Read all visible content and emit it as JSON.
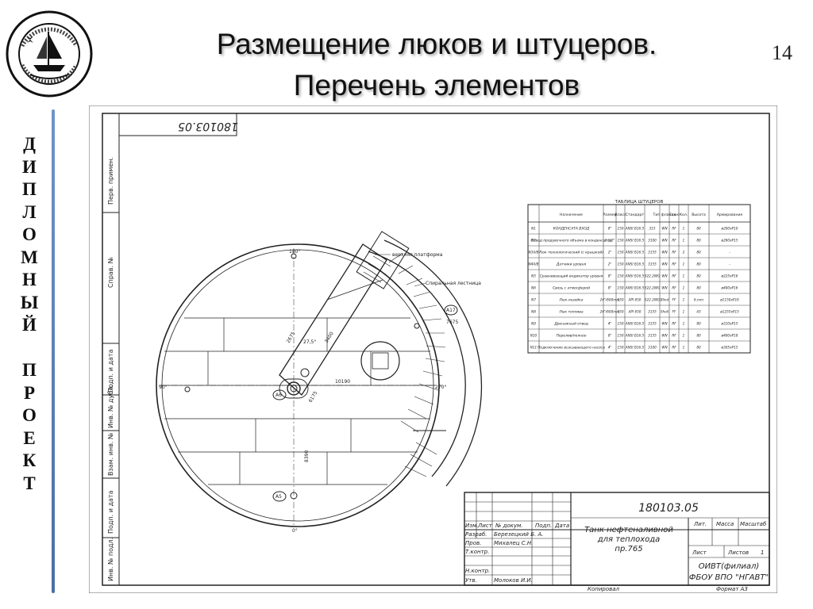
{
  "slide": {
    "title_line1": "Размещение люков и штуцеров.",
    "title_line2": "Перечень элементов",
    "page_number": "14",
    "vertical_caption_1": [
      "Д",
      "И",
      "П",
      "Л",
      "О",
      "М",
      "Н",
      "Ы",
      "Й"
    ],
    "vertical_caption_2": [
      "П",
      "Р",
      "О",
      "Е",
      "К",
      "Т"
    ]
  },
  "drawing": {
    "doc_code": "180103.05",
    "left_strip_labels": [
      "Перв. примен.",
      "Справ. №",
      "Подп. и дата",
      "Инв. № дубл.",
      "Взам. инв. №",
      "Подп. и дата",
      "Инв. № подл."
    ],
    "angle_labels": {
      "top": "180°",
      "left": "90°",
      "right": "270°",
      "bottom": "0°"
    },
    "annotations": {
      "platform": "верхняя платформа",
      "ladder": "Спиральная лестница",
      "dim_1": "10190",
      "dim_2": "8390",
      "dim_3": "2675",
      "dim_4": "27,5°",
      "dim_5": "7675",
      "dim_6": "3400",
      "dim_7": "6175",
      "callout_a6": "А6",
      "callout_a5": "А5",
      "callout_a7": "А17"
    },
    "nozzle_table": {
      "title": "ТАБЛИЦА ШТУЦЕРОВ",
      "headers": [
        "",
        "Назначение",
        "Размер",
        "Класс",
        "Стандарт",
        "Тип фланца",
        "Стык",
        "Кол.",
        "Высота",
        "Армирование"
      ],
      "rows": [
        [
          "N1",
          "КОНДЕНСАТА ВХОД",
          "8\"",
          "150",
          "ANSI B16.5",
          "315",
          "WN",
          "RF",
          "1",
          "80",
          "ø200xP10"
        ],
        [
          "N2",
          "Отвод продувочного объема в конденсатор",
          "1 1/2\"",
          "150",
          "ANSI B16.5",
          "3100",
          "WN",
          "RF",
          "1",
          "80",
          "ø260xP15"
        ],
        [
          "N3A/B",
          "Люк технологический (с крышкой)",
          "2\"",
          "150",
          "ANSI B16.5",
          "3155",
          "WN",
          "RF",
          "2",
          "80",
          "–"
        ],
        [
          "N4A/B",
          "Датчики уровня",
          "2\"",
          "150",
          "ANSI B16.5",
          "3155",
          "WN",
          "RF",
          "1",
          "80",
          "–"
        ],
        [
          "N5",
          "Сравнивающий индикатор уровня",
          "8\"",
          "150",
          "ANSI B16.5",
          "S22.2WG",
          "WN",
          "RF",
          "1",
          "80",
          "ø225xP16"
        ],
        [
          "N6",
          "Связь с атмосферой",
          "8\"",
          "150",
          "ANSI B16.5",
          "S22.2WG",
          "WN",
          "RF",
          "1",
          "80",
          "ø400xP16"
        ],
        [
          "N7",
          "Люк-лазейка",
          "24\"/600mm",
          "150",
          "API 650",
          "S22.2WG",
          "Blind",
          "FF",
          "1",
          "lt.mm",
          "ø1150xP16"
        ],
        [
          "N8",
          "Люк топлива",
          "24\"/600mm",
          "150",
          "API 650",
          "3155",
          "Shell",
          "FF",
          "1",
          "A5",
          "ø1255xP15"
        ],
        [
          "N9",
          "Дренажный отвод",
          "4\"",
          "150",
          "ANSI B16.5",
          "3155",
          "WN",
          "RF",
          "1",
          "80",
          "ø310xP15"
        ],
        [
          "N10",
          "Перелив/полное",
          "8\"",
          "150",
          "ANSI B16.5",
          "3155",
          "WN",
          "RF",
          "1",
          "80",
          "ø400xP18"
        ],
        [
          "N11",
          "Подключение всасывающего насоса",
          "4\"",
          "150",
          "ANSI B16.5",
          "3100",
          "WN",
          "RF",
          "1",
          "80",
          "ø305xP15"
        ]
      ]
    },
    "title_block": {
      "doc_code": "180103.05",
      "name_line1": "Танк нефтеналивной",
      "name_line2": "для теплохода",
      "name_line3": "пр.765",
      "col_izm": "Изм.",
      "col_list": "Лист",
      "col_doc": "№ докум.",
      "col_podp": "Подп.",
      "col_date": "Дата",
      "razrab_label": "Разраб.",
      "razrab_name": "Березецкий Б. А.",
      "prov_label": "Пров.",
      "prov_name": "Михалец С.Н.",
      "tkontr_label": "Т.контр.",
      "nkontr_label": "Н.контр.",
      "utv_label": "Утв.",
      "utv_name": "Молоков И.И.",
      "lit_label": "Лит.",
      "massa_label": "Масса",
      "masshtab_label": "Масштаб",
      "list_label": "Лист",
      "listov_label": "Листов",
      "listov_value": "1",
      "org_line1": "ОИВТ(филиал)",
      "org_line2": "ФБОУ ВПО \"НГАВТ\"",
      "kopiroval": "Копировал",
      "format": "Формат  А3"
    }
  }
}
